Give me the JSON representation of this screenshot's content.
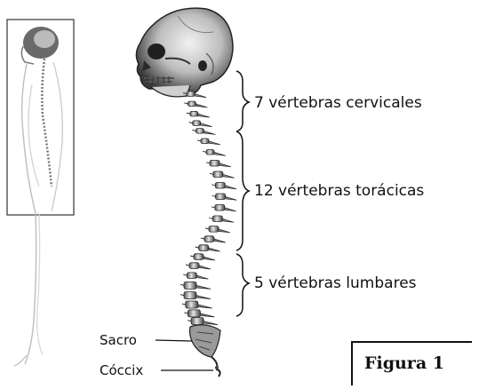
{
  "labels": {
    "cervical": "7 vértebras cervicales",
    "thoracic": "12 vértebras torácicas",
    "lumbar": "5 vértebras lumbares",
    "sacrum": "Sacro",
    "coccyx": "Cóccix"
  },
  "caption": "Figura 1",
  "colors": {
    "ink": "#111111",
    "bone": "#e8e8e8",
    "shade": "#7a7a7a"
  }
}
